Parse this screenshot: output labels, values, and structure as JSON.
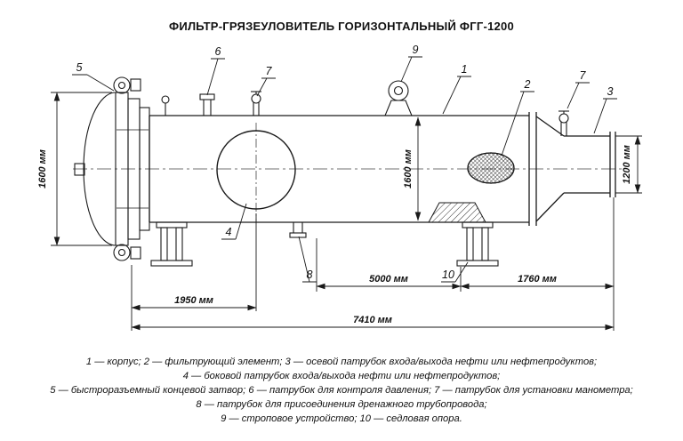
{
  "title": "ФИЛЬТР-ГРЯЗЕУЛОВИТЕЛЬ ГОРИЗОНТАЛЬНЫЙ ФГГ-1200",
  "dims": {
    "left_1600": "1600 мм",
    "mid_1600": "1600 мм",
    "right_1200": "1200 мм",
    "len_5000": "5000 мм",
    "len_1760": "1760 мм",
    "len_1950": "1950 мм",
    "len_7410": "7410 мм"
  },
  "callouts": {
    "c1": "1",
    "c2": "2",
    "c3": "3",
    "c4": "4",
    "c5": "5",
    "c6": "6",
    "c7a": "7",
    "c7b": "7",
    "c8": "8",
    "c9": "9",
    "c10": "10"
  },
  "legend": {
    "lines": [
      "1 — корпус; 2 — фильтрующий элемент; 3 — осевой патрубок входа/выхода нефти или нефтепродуктов;",
      "4 — боковой патрубок входа/выхода нефти или нефтепродуктов;",
      "5 — быстроразъемный концевой затвор; 6 — патрубок для контроля давления; 7 — патрубок для установки манометра;",
      "8 — патрубок для присоединения дренажного трубопровода;",
      "9 — строповое устройство; 10 — седловая опора."
    ]
  },
  "colors": {
    "line": "#1a1a1a",
    "background": "#ffffff"
  }
}
